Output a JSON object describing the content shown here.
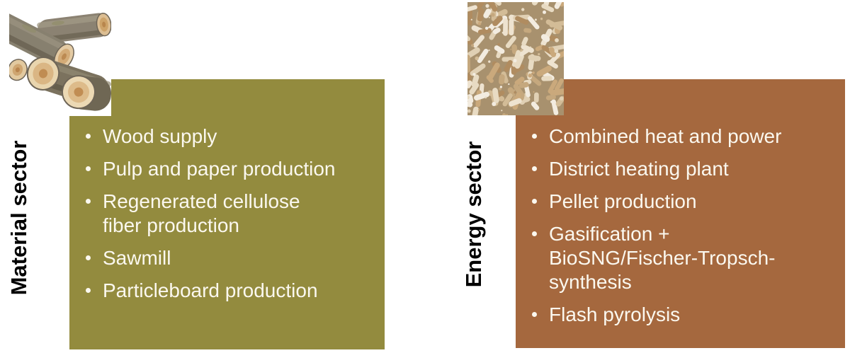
{
  "sections": [
    {
      "label": "Material sector",
      "box_color": "#938B3E",
      "text_color": "#FBF8EF",
      "label_color": "#000000",
      "image": "wood-logs-photo",
      "items": [
        "Wood supply",
        "Pulp and paper production",
        "Regenerated cellulose\nfiber production",
        "Sawmill",
        "Particleboard production"
      ]
    },
    {
      "label": "Energy sector",
      "box_color": "#A5683E",
      "text_color": "#FBF8EF",
      "label_color": "#000000",
      "image": "wood-pellets-photo",
      "items": [
        "Combined heat and power",
        "District heating plant",
        "Pellet production",
        "Gasification +\nBioSNG/Fischer-Tropsch-\nsynthesis",
        "Flash pyrolysis"
      ]
    }
  ],
  "colors": {
    "background": "#FFFFFF",
    "material_accent": "#938B3E",
    "energy_accent": "#A5683E",
    "bullet_text": "#FBF8EF",
    "label_text": "#000000"
  }
}
